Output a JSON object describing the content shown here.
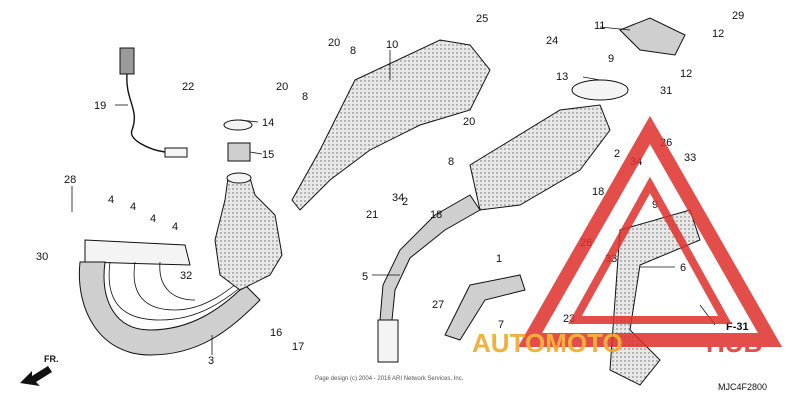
{
  "diagram": {
    "code": "MJC4F2800",
    "copyright": "Page design (c) 2004 - 2016 ARI Network Services, Inc.",
    "direction": "FR.",
    "ref_tag": "F-31",
    "watermark": {
      "auto": "AUTOMOTO",
      "hub": "HUB",
      "color_red": "#e0302b",
      "color_orange": "#f2a419"
    },
    "callouts": [
      "1",
      "2",
      "2",
      "3",
      "4",
      "4",
      "4",
      "4",
      "5",
      "6",
      "7",
      "8",
      "8",
      "8",
      "9",
      "9",
      "10",
      "11",
      "12",
      "12",
      "13",
      "14",
      "15",
      "16",
      "17",
      "18",
      "18",
      "19",
      "20",
      "20",
      "20",
      "21",
      "22",
      "23",
      "24",
      "25",
      "26",
      "26",
      "27",
      "28",
      "29",
      "30",
      "31",
      "32",
      "33",
      "33",
      "34",
      "34"
    ]
  }
}
